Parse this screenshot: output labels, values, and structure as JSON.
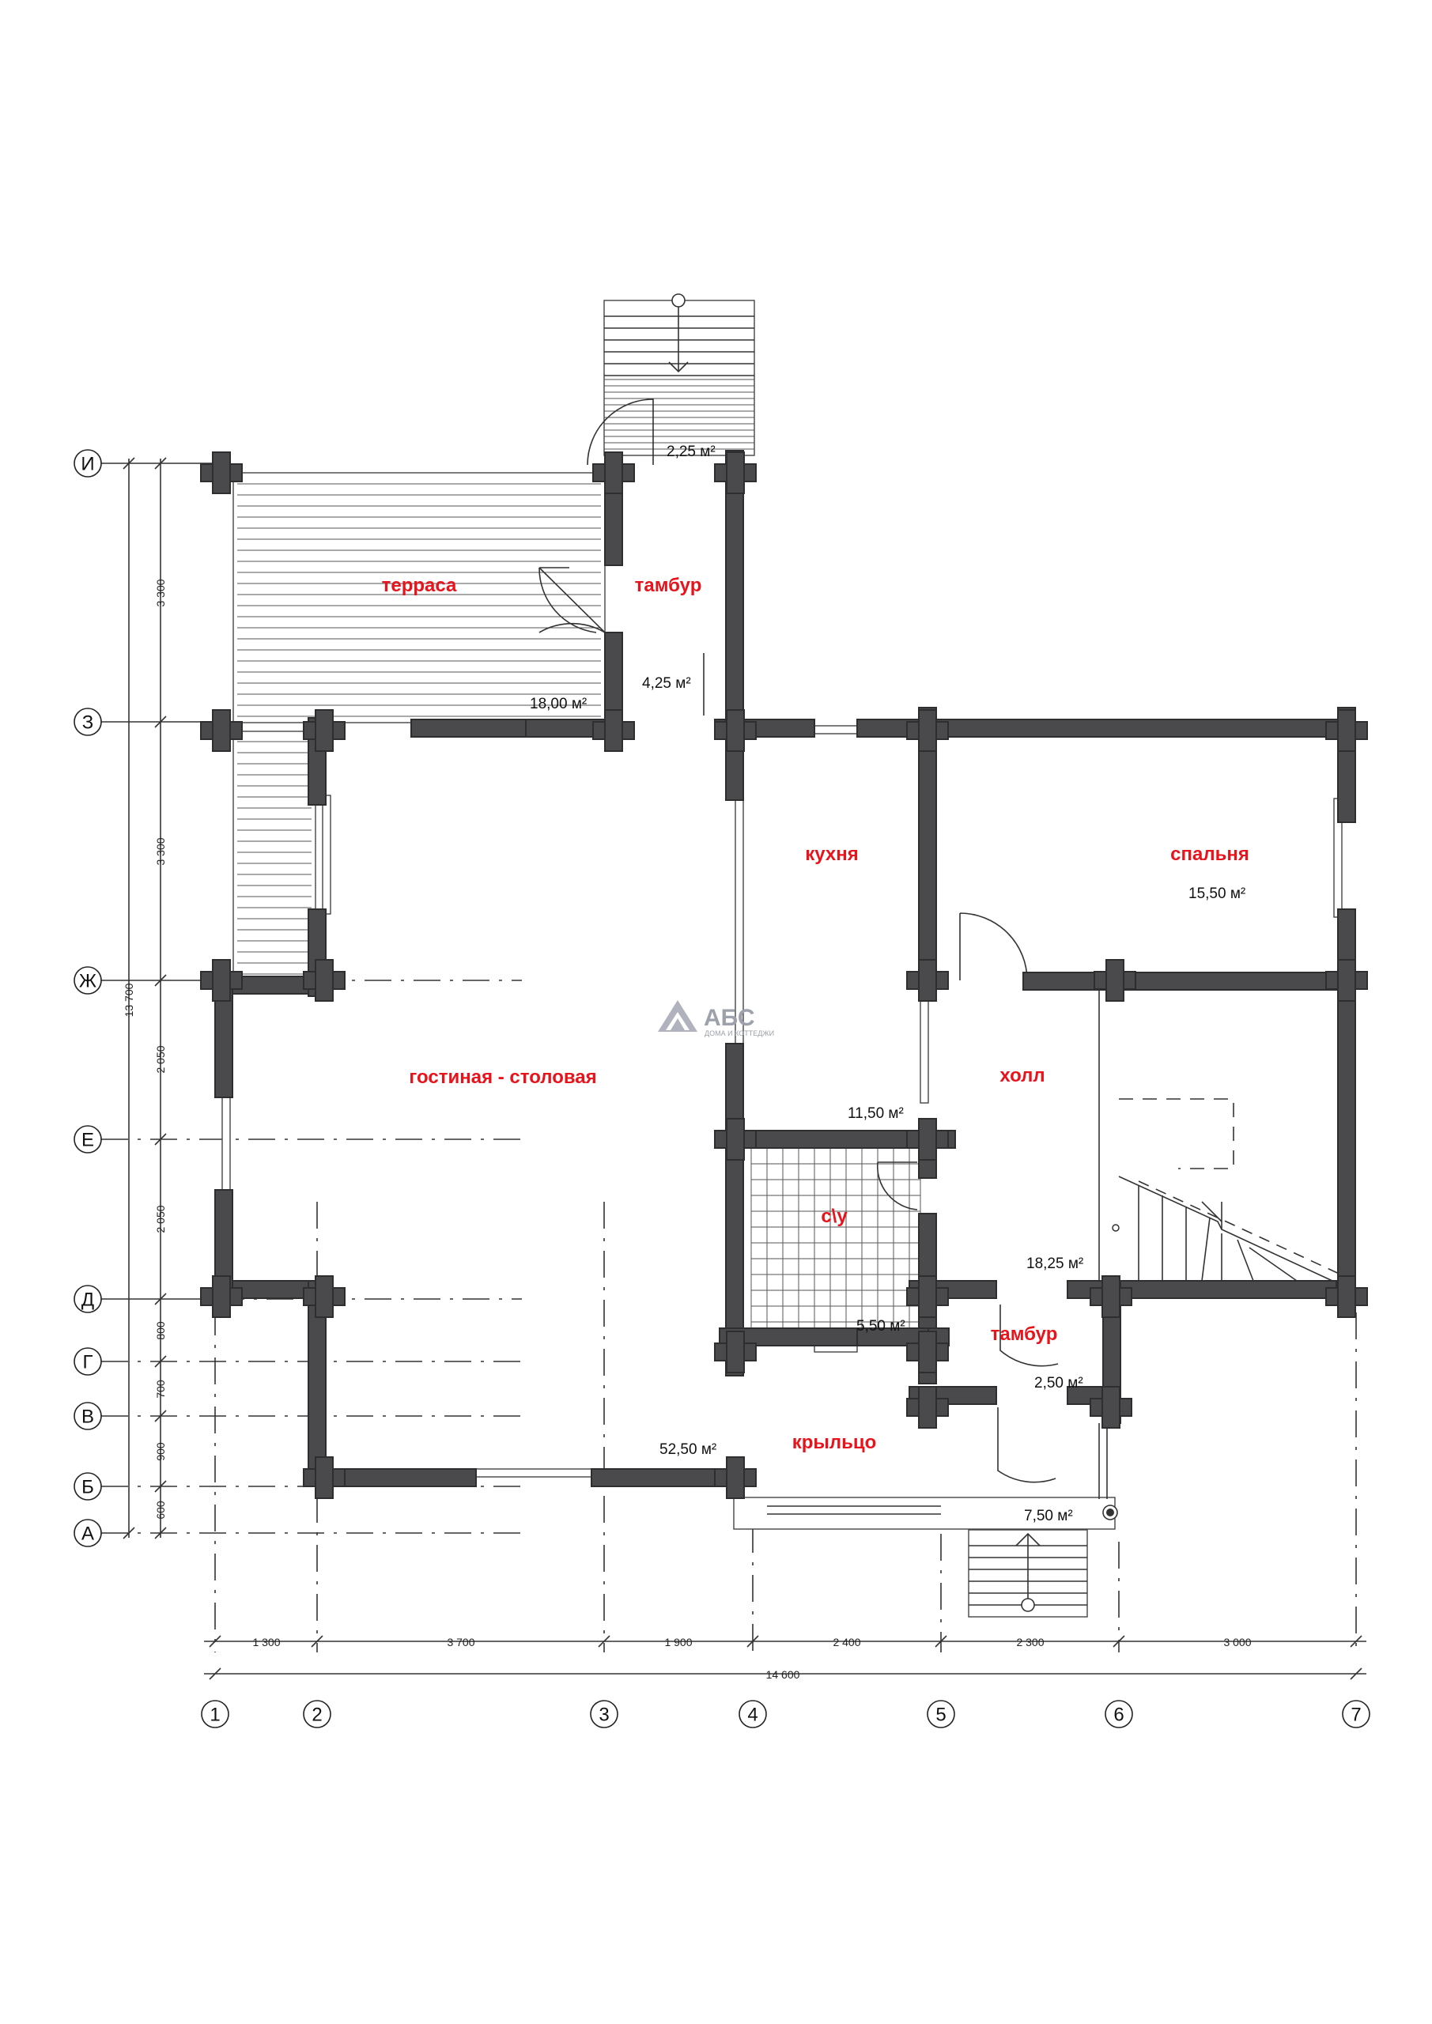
{
  "logo": {
    "name": "АБС",
    "tagline": "ДОМА И КОТТЕДЖИ"
  },
  "rooms": [
    {
      "id": "terrace",
      "name": "терраса",
      "area": "18,00 м²"
    },
    {
      "id": "vestibule-top",
      "name": "тамбур",
      "area": "4,25 м²"
    },
    {
      "id": "porch-top",
      "name": "",
      "area": "2,25 м²"
    },
    {
      "id": "kitchen",
      "name": "кухня",
      "area": "11,50 м²"
    },
    {
      "id": "bedroom",
      "name": "спальня",
      "area": "15,50 м²"
    },
    {
      "id": "living-dining",
      "name": "гостиная - столовая",
      "area": "52,50 м²"
    },
    {
      "id": "hall",
      "name": "холл",
      "area": "18,25 м²"
    },
    {
      "id": "bathroom",
      "name": "с\\у",
      "area": "5,50 м²"
    },
    {
      "id": "vestibule-bottom",
      "name": "тамбур",
      "area": "2,50 м²"
    },
    {
      "id": "porch",
      "name": "крыльцо",
      "area": "7,50 м²"
    }
  ],
  "axes": {
    "letters": [
      "И",
      "З",
      "Ж",
      "Е",
      "Д",
      "Г",
      "В",
      "Б",
      "А"
    ],
    "numbers": [
      "1",
      "2",
      "3",
      "4",
      "5",
      "6",
      "7"
    ]
  },
  "dimensions": {
    "vertical": [
      "3 300",
      "3 300",
      "2 050",
      "2 050",
      "800",
      "700",
      "900",
      "600"
    ],
    "vertical_total": "13 700",
    "horizontal": [
      "1 300",
      "3 700",
      "1 900",
      "2 400",
      "2 300",
      "3 000"
    ],
    "horizontal_total": "14 600"
  }
}
